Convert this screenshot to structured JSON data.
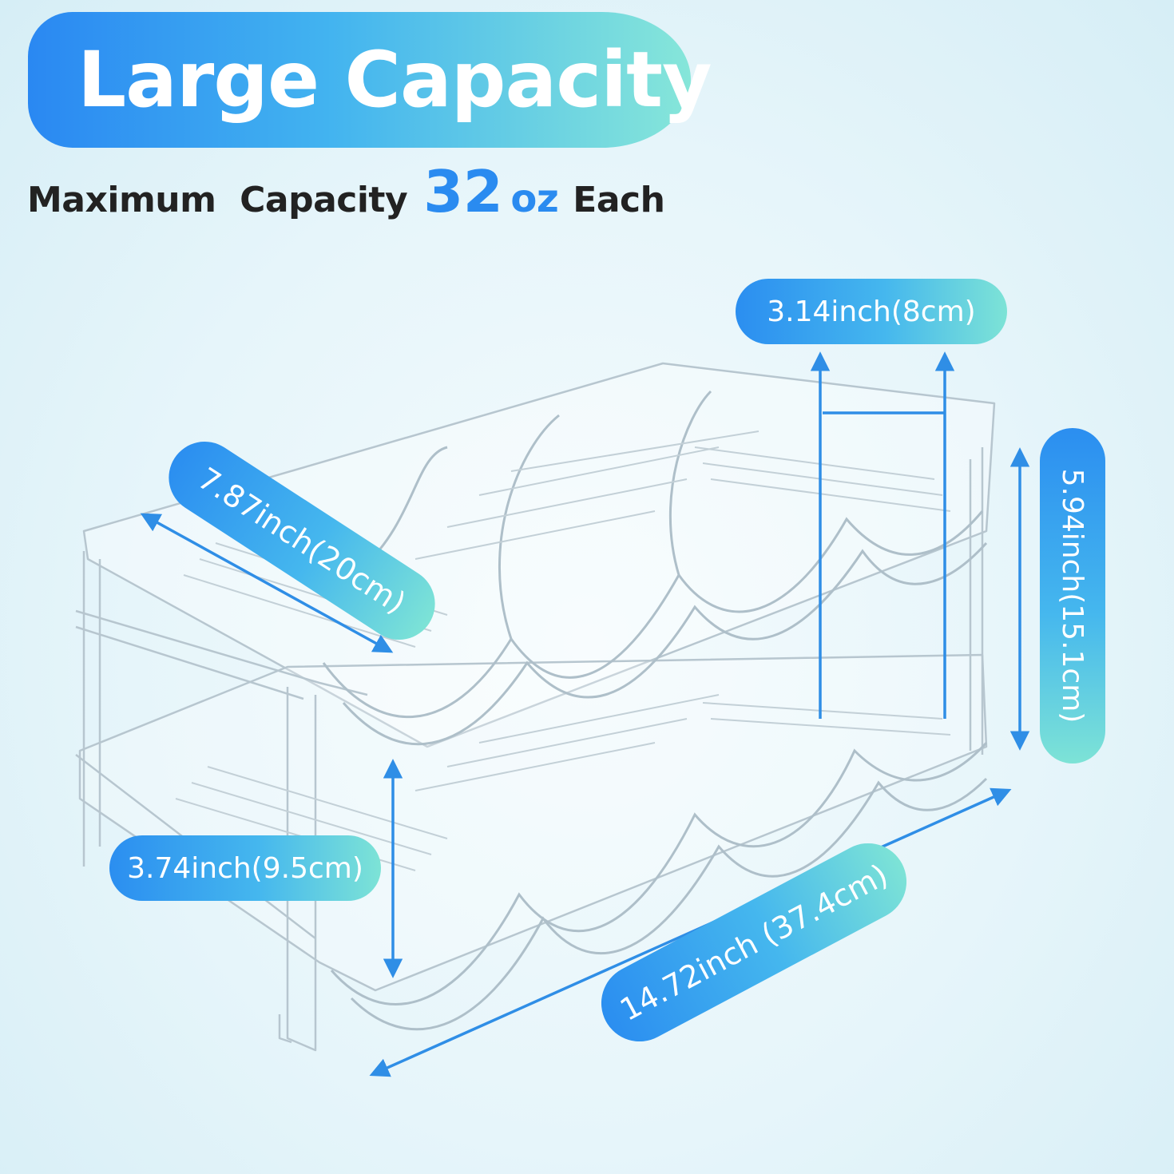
{
  "header": {
    "title": "Large Capacity",
    "subtitle_prefix": "Maximum  Capacity",
    "subtitle_number": "32",
    "subtitle_unit": "oz",
    "subtitle_suffix": "Each"
  },
  "dimensions": {
    "slot_width": "3.14inch(8cm)",
    "height": "5.94inch(15.1cm)",
    "depth": "7.87inch(20cm)",
    "tier_gap": "3.74inch(9.5cm)",
    "width": "14.72inch (37.4cm)"
  },
  "colors": {
    "accent": "#2a8bf0",
    "gradient_end": "#7de3d6",
    "arrow": "#2f8ee6",
    "rack_stroke": "#b4c3cc"
  },
  "icons": {
    "arrows": "dimension-arrow-icon",
    "product": "stackable-bottle-rack"
  }
}
